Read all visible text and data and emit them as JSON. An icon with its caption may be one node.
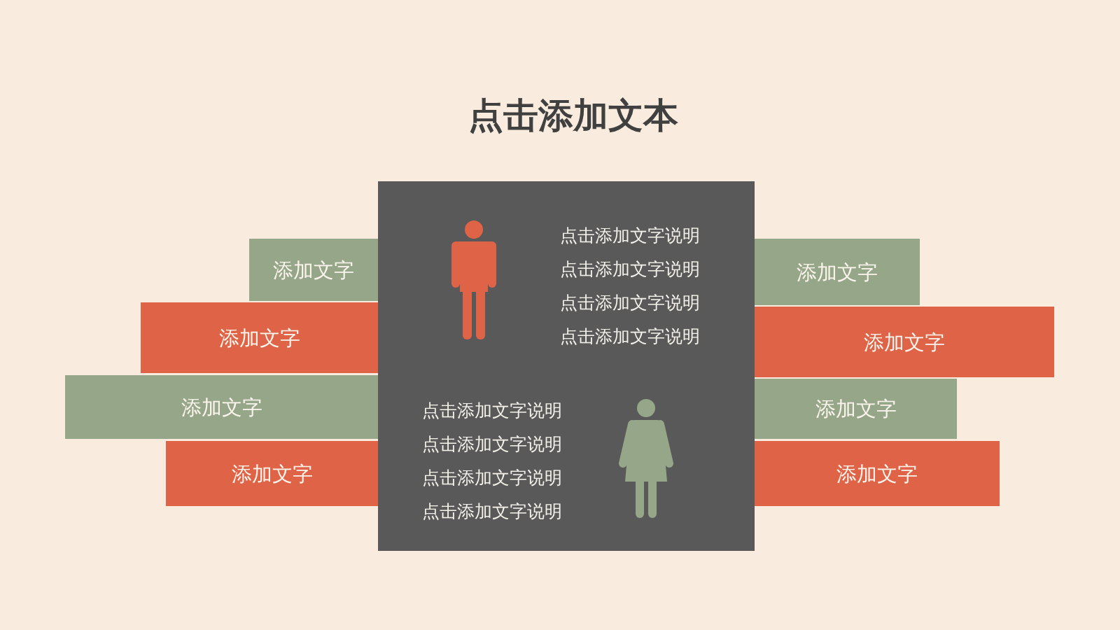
{
  "diagram": {
    "title": "点击添加文本",
    "nodes": [
      {
        "text": [
          "点击添加文字说明",
          "点击添加文字说明",
          "点击添加文字说明",
          "点击添加文字说明",
          "点击添加文字说明",
          "点击添加文字说明",
          "点击添加文字说明",
          "点击添加文字说明"
        ]
      },
      {
        "text": [
          "添加文字"
        ]
      },
      {
        "text": [
          "添加文字"
        ]
      },
      {
        "text": [
          "添加文字"
        ]
      },
      {
        "text": [
          "添加文字"
        ]
      },
      {
        "text": [
          "添加文字"
        ]
      },
      {
        "text": [
          "添加文字"
        ]
      },
      {
        "text": [
          "添加文字"
        ]
      },
      {
        "text": [
          "添加文字"
        ]
      }
    ]
  }
}
